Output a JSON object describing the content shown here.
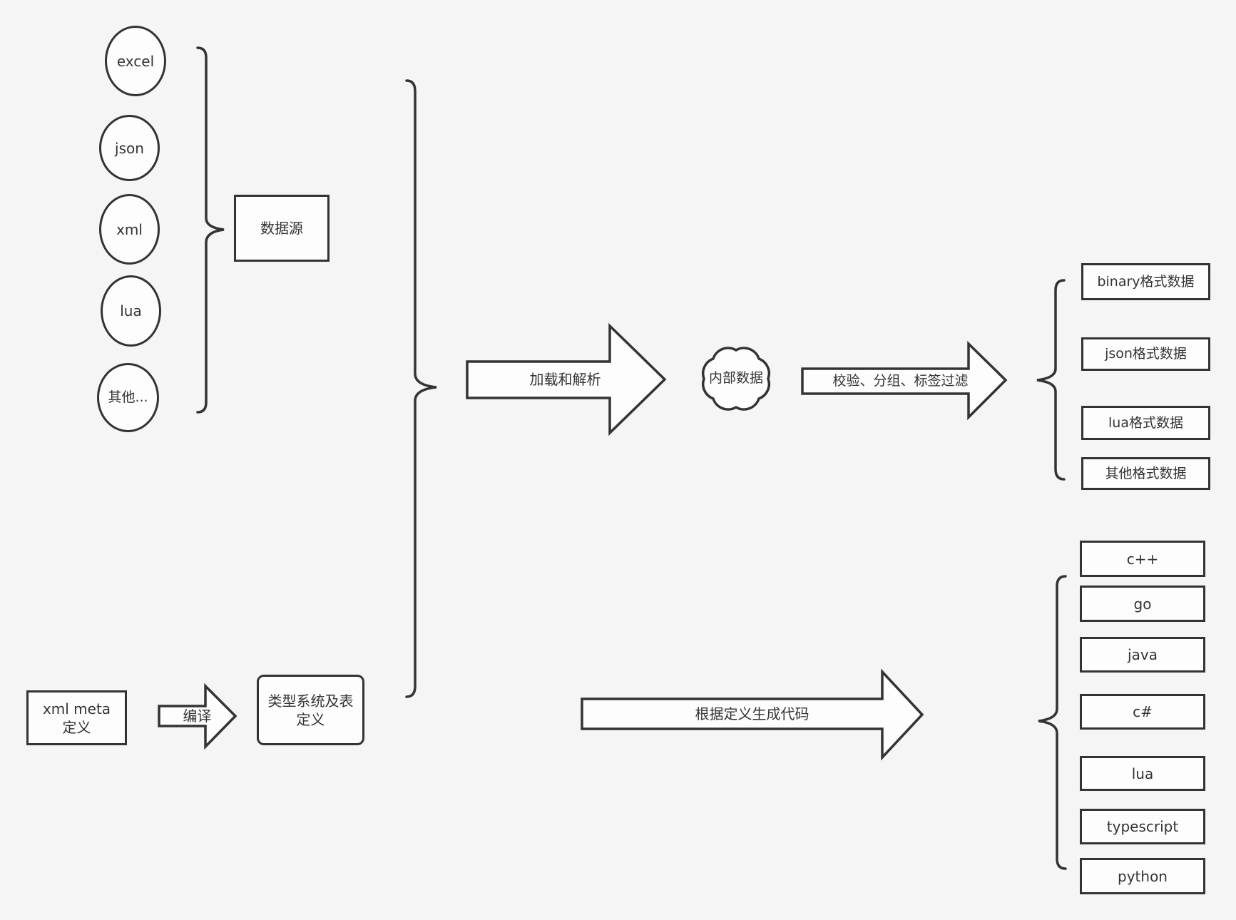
{
  "sources": {
    "items": [
      {
        "label": "excel"
      },
      {
        "label": "json"
      },
      {
        "label": "xml"
      },
      {
        "label": "lua"
      },
      {
        "label": "其他..."
      }
    ],
    "group_label": "数据源"
  },
  "pipeline": {
    "load_arrow_label": "加载和解析",
    "internal_data_label": "内部数据",
    "filter_arrow_label": "校验、分组、标签过滤"
  },
  "formats": {
    "items": [
      {
        "label": "binary格式数据"
      },
      {
        "label": "json格式数据"
      },
      {
        "label": "lua格式数据"
      },
      {
        "label": "其他格式数据"
      }
    ]
  },
  "codegen": {
    "meta_box_label": "xml meta定义",
    "compile_arrow_label": "编译",
    "type_system_box_label": "类型系统及表定义",
    "generate_arrow_label": "根据定义生成代码",
    "languages": [
      {
        "label": "c++"
      },
      {
        "label": "go"
      },
      {
        "label": "java"
      },
      {
        "label": "c#"
      },
      {
        "label": "lua"
      },
      {
        "label": "typescript"
      },
      {
        "label": "python"
      }
    ]
  },
  "colors": {
    "stroke": "#333333",
    "shape_fill": "#fdfdfd",
    "background": "#f5f5f5",
    "text": "#333333"
  }
}
